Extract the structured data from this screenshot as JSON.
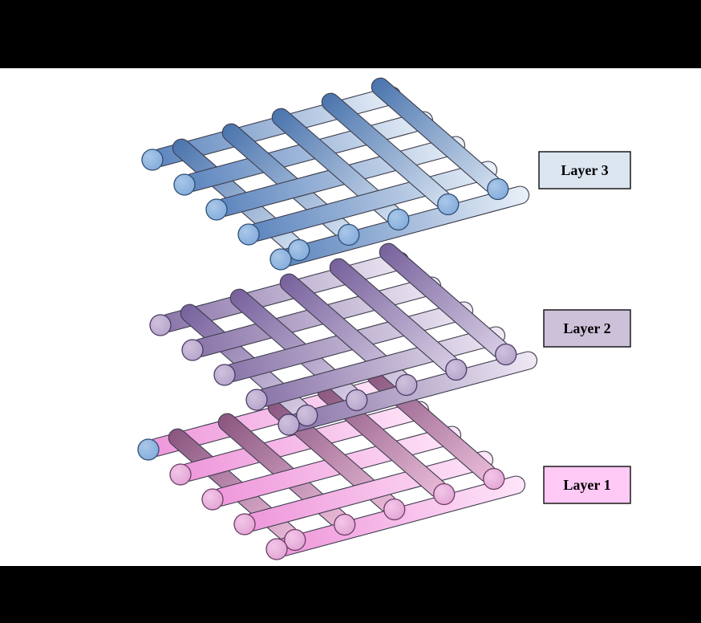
{
  "scene": {
    "background": "#000000",
    "slide_background": "#ffffff",
    "rod_outline": "#3d3d4d",
    "label_text": "#000000"
  },
  "layers": {
    "layer3": {
      "name": "Layer 3",
      "label_fill": "#dce6f1",
      "label_border": "#1a1a1a",
      "rodA_dark": "#5b84bd",
      "rodA_light": "#eaf1f9",
      "rodB_dark": "#4a74ad",
      "rodB_light": "#d3e0f0",
      "cap": "#7da7d9",
      "cap_light": "#a9c7e8",
      "cap_edge": "#2e4d73"
    },
    "layer2": {
      "name": "Layer 2",
      "label_fill": "#ccc1d9",
      "label_border": "#1a1a1a",
      "rodA_dark": "#8973a8",
      "rodA_light": "#efeaf5",
      "rodB_dark": "#77619c",
      "rodB_light": "#d9cfe6",
      "cap": "#b1a0c7",
      "cap_light": "#cfc1dd",
      "cap_edge": "#4a3a66"
    },
    "layer1": {
      "name": "Layer 1",
      "label_fill": "#ffc9f6",
      "label_border": "#1a1a1a",
      "rodA_dark": "#ee96da",
      "rodA_light": "#ffe6f9",
      "rodB_dark": "#8a5680",
      "rodB_light": "#eabcd9",
      "cap": "#df9fd1",
      "cap_light": "#f3c6e8",
      "cap_edge": "#6b3c62"
    }
  }
}
